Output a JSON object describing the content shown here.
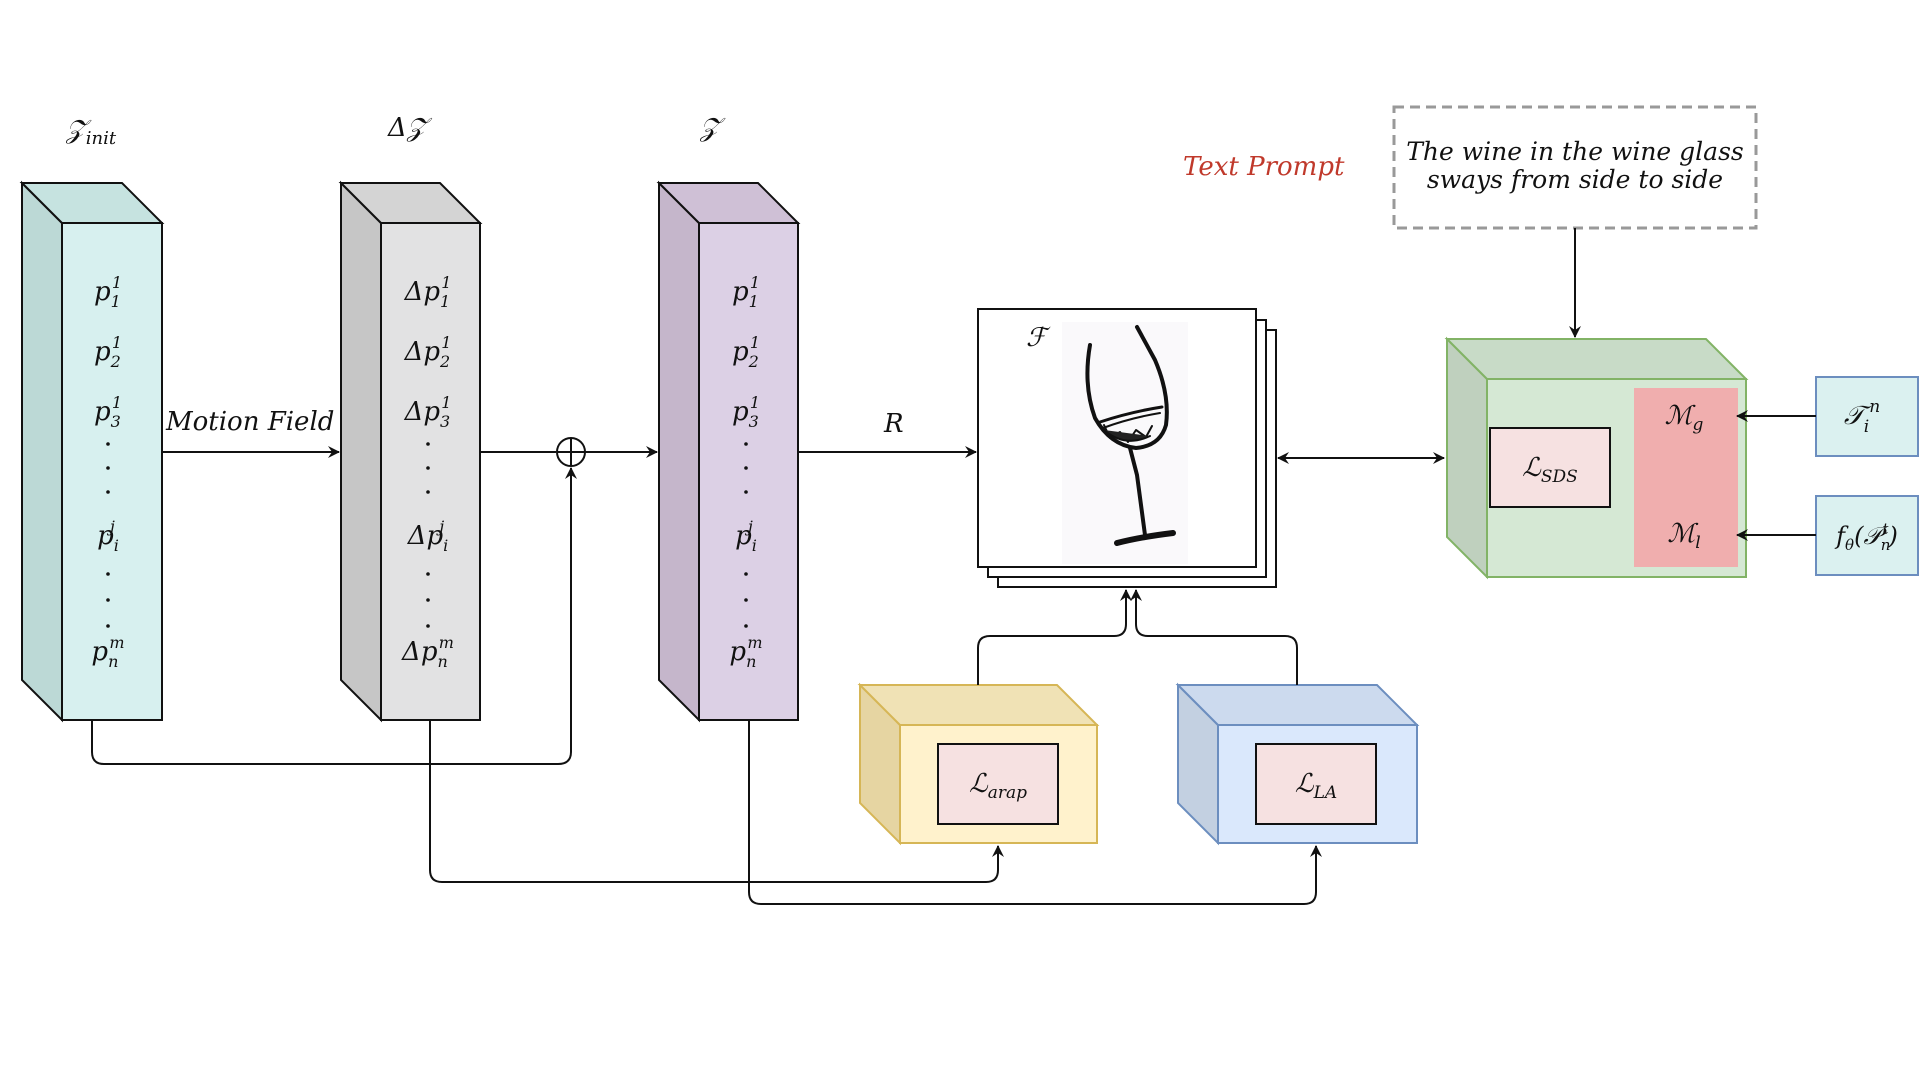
{
  "labels": {
    "z_init": "𝒵",
    "z_init_sub": "init",
    "delta_z": "Δ𝒵",
    "z": "𝒵",
    "motion_field": "Motion Field",
    "r": "R",
    "frames": "ℱ",
    "text_prompt_label": "Text Prompt"
  },
  "prompt": {
    "line1": "The wine in the wine glass",
    "line2": "sways from side to side"
  },
  "columns": {
    "z_init": {
      "base": "p",
      "color_side": "#bcd9d6",
      "color_front": "#d7f0ef",
      "color_top": "#c6e3e0"
    },
    "delta_z": {
      "base": "Δp",
      "color_side": "#c6c6c6",
      "color_front": "#e2e2e3",
      "color_top": "#d4d4d4"
    },
    "z": {
      "base": "p",
      "color_side": "#c5b6cb",
      "color_front": "#dcd0e5",
      "color_top": "#cfc0d6"
    },
    "entries": [
      {
        "sub": "1",
        "sup": "1"
      },
      {
        "sub": "2",
        "sup": "1"
      },
      {
        "sub": "3",
        "sup": "1"
      },
      {
        "sub": "i",
        "sup": "j"
      },
      {
        "sub": "n",
        "sup": "m"
      }
    ]
  },
  "losses": {
    "arap": {
      "symbol": "ℒ",
      "sub": "arap",
      "front": "#fff2cc",
      "side": "#e6d5a2",
      "edge": "#d6b656"
    },
    "la": {
      "symbol": "ℒ",
      "sub": "LA",
      "front": "#dae8fc",
      "side": "#c3d0e1",
      "edge": "#6c8ebf"
    },
    "sds": {
      "symbol": "ℒ",
      "sub": "SDS",
      "front": "#d5e8d4",
      "side": "#bfd0be",
      "edge": "#82b366"
    }
  },
  "masks": {
    "global": {
      "symbol": "ℳ",
      "sub": "g"
    },
    "local": {
      "symbol": "ℳ",
      "sub": "l"
    },
    "color": "#f0aeae"
  },
  "inputs": {
    "template": {
      "symbol": "𝒯",
      "sub": "i",
      "sup": "n"
    },
    "feature": {
      "text": "f",
      "sub": "θ",
      "arg": "(𝒫",
      "arg_sub": "n",
      "arg_sup": "t",
      "close": ")"
    },
    "color": "#dbf1f0",
    "edge": "#6c8ebf"
  }
}
